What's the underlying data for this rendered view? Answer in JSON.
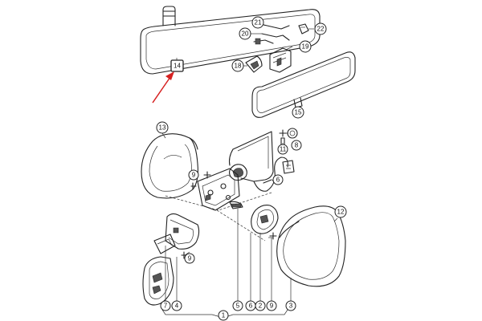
{
  "callouts": {
    "c1": "1",
    "c2": "2",
    "c3": "3",
    "c4": "4",
    "c5": "5",
    "c6": "6",
    "c6b": "6",
    "c7": "7",
    "c8": "8",
    "c9a": "9",
    "c9b": "9",
    "c9c": "9",
    "c11": "11",
    "c12": "12",
    "c13": "13",
    "c14": "14",
    "c15": "15",
    "c18": "18",
    "c19": "19",
    "c20": "20",
    "c21": "21",
    "c22": "22"
  },
  "highlight": {
    "callout": "14",
    "arrow_color": "#d62020"
  }
}
